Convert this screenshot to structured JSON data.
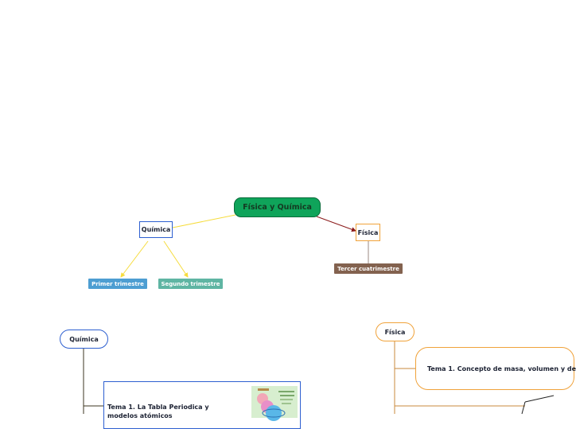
{
  "map": {
    "root": "Física y Química",
    "quimica": "Química",
    "fisica": "Física",
    "primer_trimestre": "Primer trimestre",
    "segundo_trimestre": "Segundo trimestre",
    "tercer_cuatrimestre": "Tercer cuatrimestre"
  },
  "lower": {
    "quimica_pill": "Química",
    "fisica_pill": "Física",
    "fisica_topic": "Tema 1. Concepto de masa, volumen y de",
    "quimica_topic": "Tema 1. La Tabla Periodica y modelos atómicos"
  },
  "colors": {
    "root_fill": "#0fa45a",
    "quimica": "#2d5fd0",
    "fisica": "#f0a23a",
    "primer": "#4d9ed2",
    "segundo": "#5fb5a3",
    "tercer": "#83624f",
    "link_yellow": "#f6dc3c",
    "link_dark_red": "#8b1a1a"
  },
  "icons": [
    "atom-illustration"
  ]
}
